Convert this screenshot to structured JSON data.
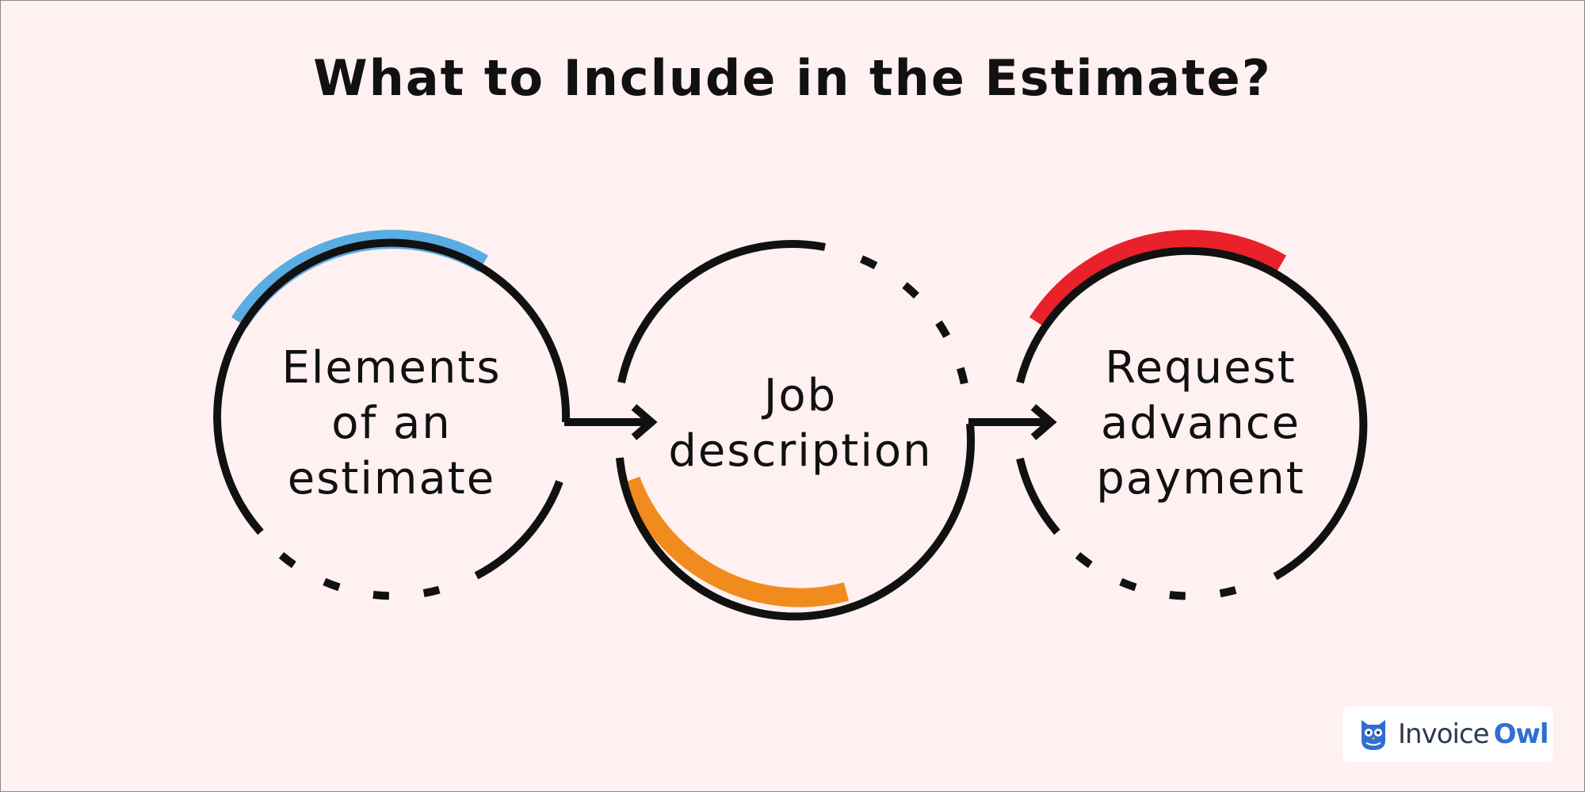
{
  "title": "What to Include in the Estimate?",
  "nodes": [
    {
      "lines": [
        "Elements",
        "of an",
        "estimate"
      ],
      "accent": "#5aade2"
    },
    {
      "lines": [
        "Job",
        "description"
      ],
      "accent": "#f28b1e"
    },
    {
      "lines": [
        "Request",
        "advance",
        "payment"
      ],
      "accent": "#e8212a"
    }
  ],
  "colors": {
    "background": "#fff1f1",
    "stroke": "#111111",
    "brand": "#2f6fd1"
  },
  "logo": {
    "name_part1": "Invoice",
    "name_part2": "Owl",
    "icon": "owl-icon"
  }
}
